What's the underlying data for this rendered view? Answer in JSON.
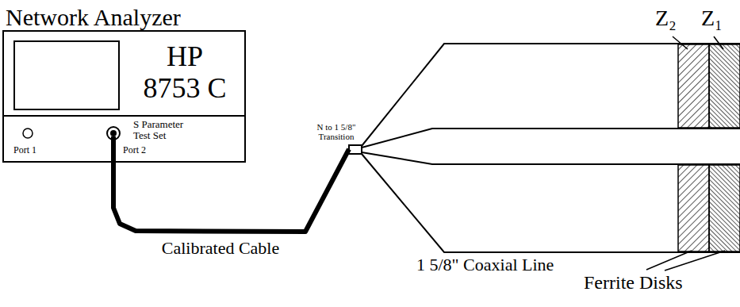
{
  "diagram": {
    "nodes": [
      {
        "text": [
          "Network Analyzer",
          "HP 8753 C"
        ]
      },
      {
        "text": [
          "S Parameter Test Set",
          "Port 1",
          "Port 2"
        ],
        "in": 0
      },
      {
        "text": [
          "1 5/8\" Coaxial Line"
        ]
      }
    ],
    "edges": [
      {
        "from": 1,
        "to": 2,
        "arrow": "none",
        "label": "Calibrated Cable"
      }
    ],
    "labels": [
      "N to 1 5/8\" Transition",
      "Z₂",
      "Z₁",
      "Ferrite Disks"
    ]
  }
}
